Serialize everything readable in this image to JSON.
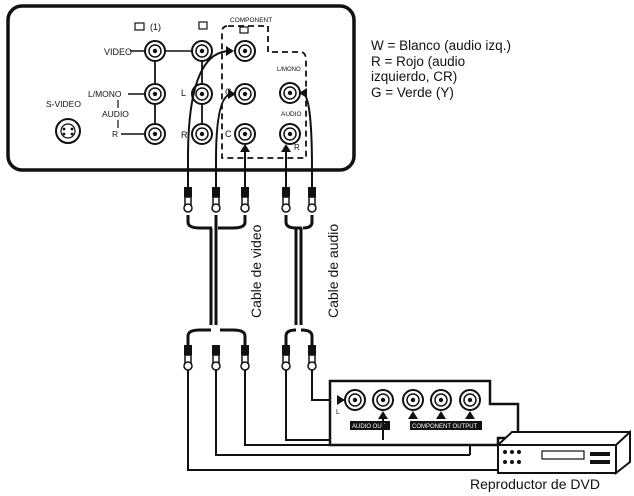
{
  "tv_panel": {
    "input_number": "(1)",
    "component_title": "COMPONENT",
    "video_label": "VIDEO",
    "lmono_label": "L/MONO",
    "audio_label": "AUDIO",
    "r_label": "R",
    "svideo_label": "S-VIDEO",
    "l_jack_label": "L",
    "r_jack_label": "R",
    "cb_label": "C",
    "cr_label": "C",
    "lmono_right": "L/MONO",
    "audio_right": "AUDIO",
    "r_right": "R"
  },
  "legend": {
    "lines": [
      "W = Blanco (audio izq.)",
      "R = Rojo (audio",
      "izquierdo, CR)",
      "G = Verde (Y)"
    ]
  },
  "cables": {
    "video": "Cable de video",
    "audio": "Cable de audio"
  },
  "dvd": {
    "audio_out": "AUDIO OUT",
    "component_out": "COMPONENT OUTPUT",
    "l": "L",
    "caption": "Reproductor de DVD"
  }
}
